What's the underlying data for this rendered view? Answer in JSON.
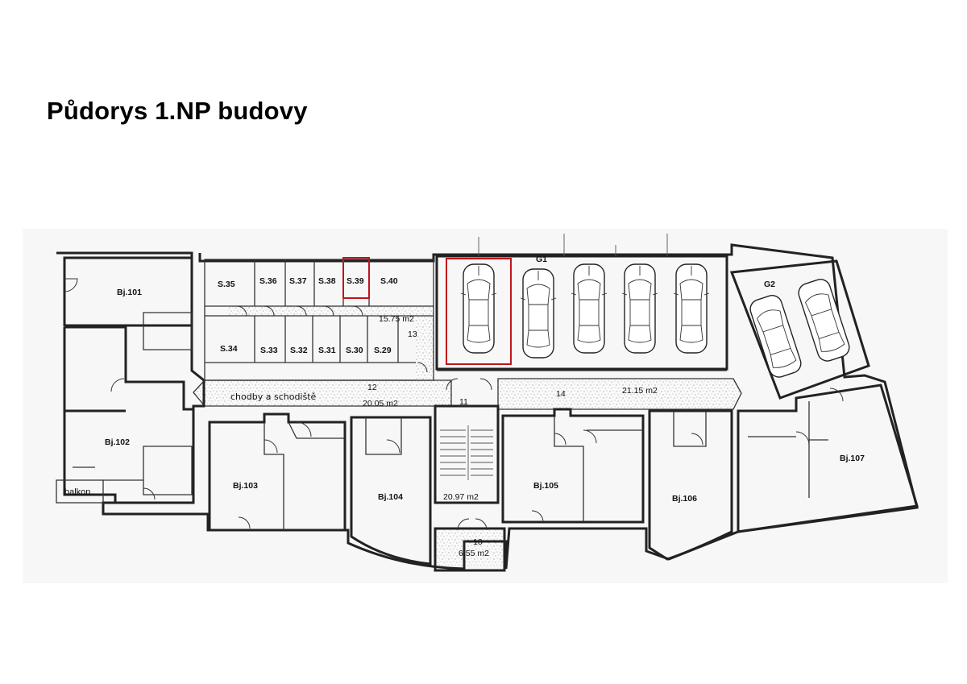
{
  "title": "Půdorys 1.NP budovy",
  "units": {
    "bj101": "Bj.101",
    "bj102": "Bj.102",
    "bj103": "Bj.103",
    "bj104": "Bj.104",
    "bj105": "Bj.105",
    "bj106": "Bj.106",
    "bj107": "Bj.107",
    "balkon": "balkon"
  },
  "storage": {
    "s35": "S.35",
    "s36": "S.36",
    "s37": "S.37",
    "s38": "S.38",
    "s39": "S.39",
    "s40": "S.40",
    "s34": "S.34",
    "s33": "S.33",
    "s32": "S.32",
    "s31": "S.31",
    "s30": "S.30",
    "s29": "S.29"
  },
  "garages": {
    "g1": "G1",
    "g2": "G2"
  },
  "rooms": {
    "r10": "10",
    "r11": "11",
    "r12": "12",
    "r13": "13",
    "r14": "14",
    "corridor": "chodby a schodiště",
    "area12": "20.05 m2",
    "area13": "15.75 m2",
    "area14": "21.15 m2",
    "area11": "20.97 m2",
    "area10": "6.55 m2"
  },
  "highlight_color": "#c0141c"
}
